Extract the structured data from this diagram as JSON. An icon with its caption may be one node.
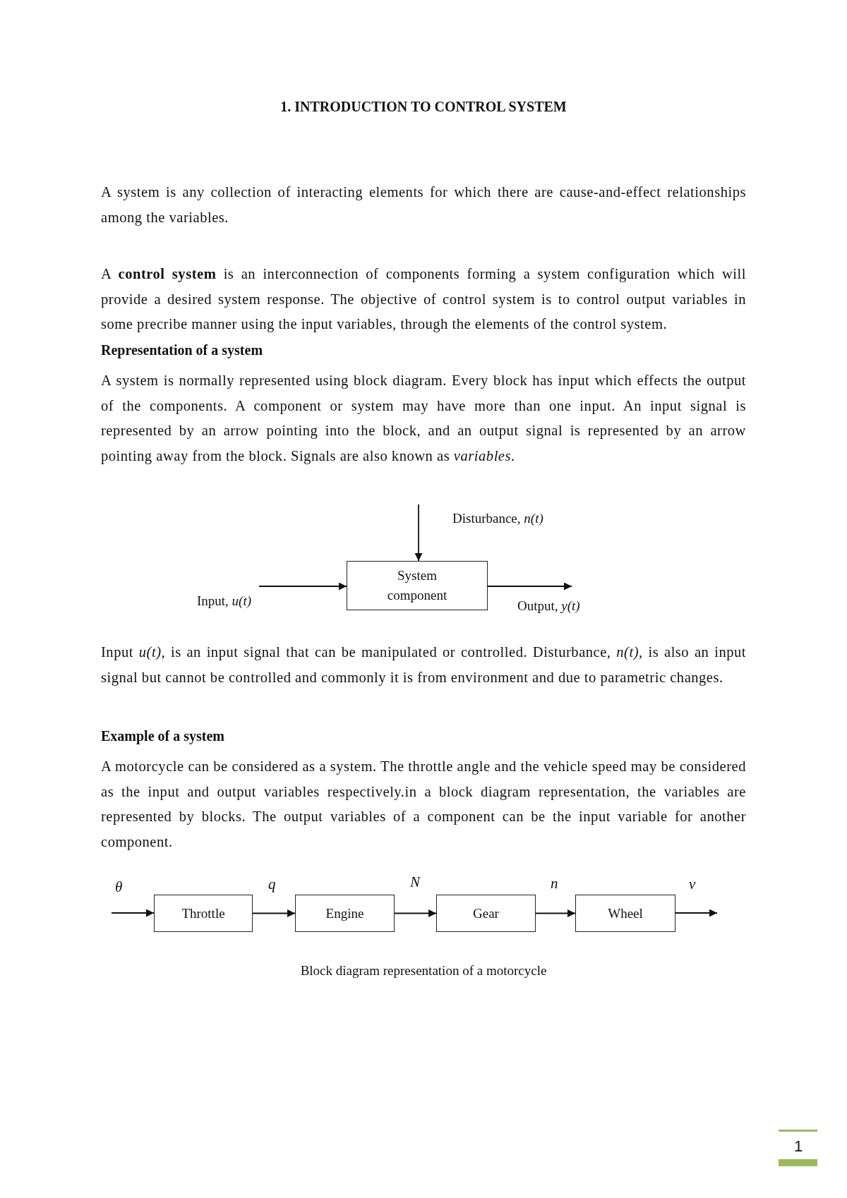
{
  "diagram": {
    "title": "1. INTRODUCTION TO CONTROL SYSTEM",
    "caption": "Block diagram representation of a motorcycle",
    "nodes": [
      {
        "text": [
          "System component"
        ]
      },
      {
        "text": [
          "Throttle"
        ]
      },
      {
        "text": [
          "Engine"
        ]
      },
      {
        "text": [
          "Gear"
        ]
      },
      {
        "text": [
          "Wheel"
        ]
      }
    ],
    "edges": [
      {
        "from": null,
        "to": 0,
        "arrow": "to",
        "label": "Disturbance, *n(t)*"
      },
      {
        "from": null,
        "to": 0,
        "arrow": "to",
        "label": "Input, *u(t)*"
      },
      {
        "from": 0,
        "to": null,
        "arrow": "to",
        "label": "Output, *y(t)*"
      },
      {
        "from": null,
        "to": 1,
        "arrow": "to",
        "label": "θ"
      },
      {
        "from": 1,
        "to": 2,
        "arrow": "to",
        "label": "q"
      },
      {
        "from": 2,
        "to": 3,
        "arrow": "to",
        "label": "N"
      },
      {
        "from": 3,
        "to": 4,
        "arrow": "to",
        "label": "n"
      },
      {
        "from": 4,
        "to": null,
        "arrow": "to",
        "label": "v"
      }
    ],
    "labels": [
      "A system is any collection of interacting elements for which there are cause-and-effect relationships among the variables.",
      "A **control system** is an interconnection of components forming a system configuration which will provide a desired system response. The objective of control system is to control output variables in some precribe manner using the input variables, through the elements of the control system.",
      "Representation of a system",
      "A system is normally represented using block diagram. Every block has input which effects the output of the components. A component or system may have more than one input. An input signal is represented by an arrow pointing into the block, and an output signal is represented by an arrow pointing away from the block. Signals are also known as *variables*.",
      "Input *u(t)*, is an input signal that can be manipulated or controlled. Disturbance, *n(t)*, is also an input signal but cannot be controlled and commonly it is from environment and due to parametric changes.",
      "Example of a system",
      "A motorcycle can be considered as a system. The throttle angle and the vehicle speed may be considered as the input and output variables respectively.in a block diagram representation, the variables are represented by blocks. The output variables of a component can be the input variable for another component.",
      "1"
    ]
  }
}
